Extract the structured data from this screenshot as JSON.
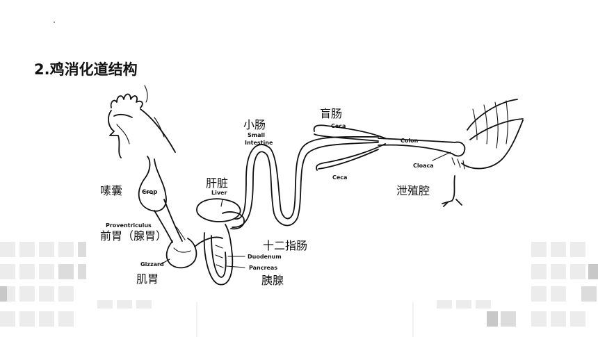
{
  "slide": {
    "title": "2.鸡消化道结构"
  },
  "diagram": {
    "labels": {
      "small_intestine_zh": "小肠",
      "small_intestine_en_1": "Small",
      "small_intestine_en_2": "Intestine",
      "ceca_zh": "盲肠",
      "ceca_top_en": "Ceca",
      "ceca_bottom_en": "Ceca",
      "colon_en": "Colon",
      "cloaca_en": "Cloaca",
      "cloaca_zh": "泄殖腔",
      "crop_zh": "嗉囊",
      "crop_en": "Crop",
      "liver_zh": "肝脏",
      "liver_en": "Liver",
      "proventriculus_en": "Proventriculus",
      "proventriculus_zh": "前胃（腺胃）",
      "duodenum_zh": "十二指肠",
      "duodenum_en": "Duodenum",
      "pancreas_en": "Pancreas",
      "pancreas_zh": "胰腺",
      "gizzard_en": "Gizzard",
      "gizzard_zh": "肌胃"
    }
  },
  "colors": {
    "deco_light": "#ececec",
    "deco_mid": "#dcdcdc",
    "deco_dark": "#c8c8c8"
  }
}
